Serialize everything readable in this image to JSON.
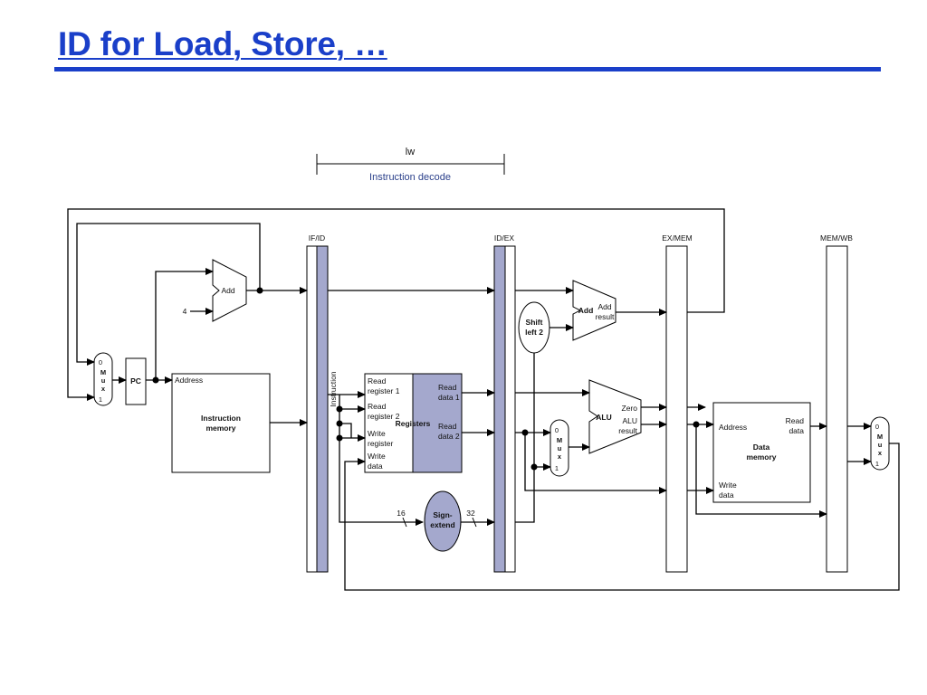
{
  "title": "ID for Load, Store, …",
  "stage": {
    "instruction": "lw",
    "phase": "Instruction decode"
  },
  "pipeline_registers": [
    "IF/ID",
    "ID/EX",
    "EX/MEM",
    "MEM/WB"
  ],
  "blocks": {
    "pc": "PC",
    "add_pc": "Add",
    "const_four": "4",
    "mux": [
      "0",
      "M",
      "u",
      "x",
      "1"
    ],
    "instruction_memory": {
      "address": "Address",
      "name_line1": "Instruction",
      "name_line2": "memory",
      "output": "Instruction"
    },
    "registers": {
      "name": "Registers",
      "read_register_1": [
        "Read",
        "register 1"
      ],
      "read_register_2": [
        "Read",
        "register 2"
      ],
      "write_register": [
        "Write",
        "register"
      ],
      "write_data": [
        "Write",
        "data"
      ],
      "read_data_1": [
        "Read",
        "data 1"
      ],
      "read_data_2": [
        "Read",
        "data 2"
      ]
    },
    "sign_extend": {
      "name_line1": "Sign-",
      "name_line2": "extend",
      "in_width": "16",
      "out_width": "32"
    },
    "shift_left_2": [
      "Shift",
      "left 2"
    ],
    "add_branch": {
      "name": "Add",
      "result_line1": "Add",
      "result_line2": "result"
    },
    "alu": {
      "name": "ALU",
      "zero": "Zero",
      "result_line1": "ALU",
      "result_line2": "result"
    },
    "data_memory": {
      "address": "Address",
      "read_data": [
        "Read",
        "data"
      ],
      "write_data": [
        "Write",
        "data"
      ],
      "name_line1": "Data",
      "name_line2": "memory"
    }
  },
  "colors": {
    "title": "#1a3fc9",
    "highlight": "#a4a8cd",
    "wire": "#000000"
  }
}
